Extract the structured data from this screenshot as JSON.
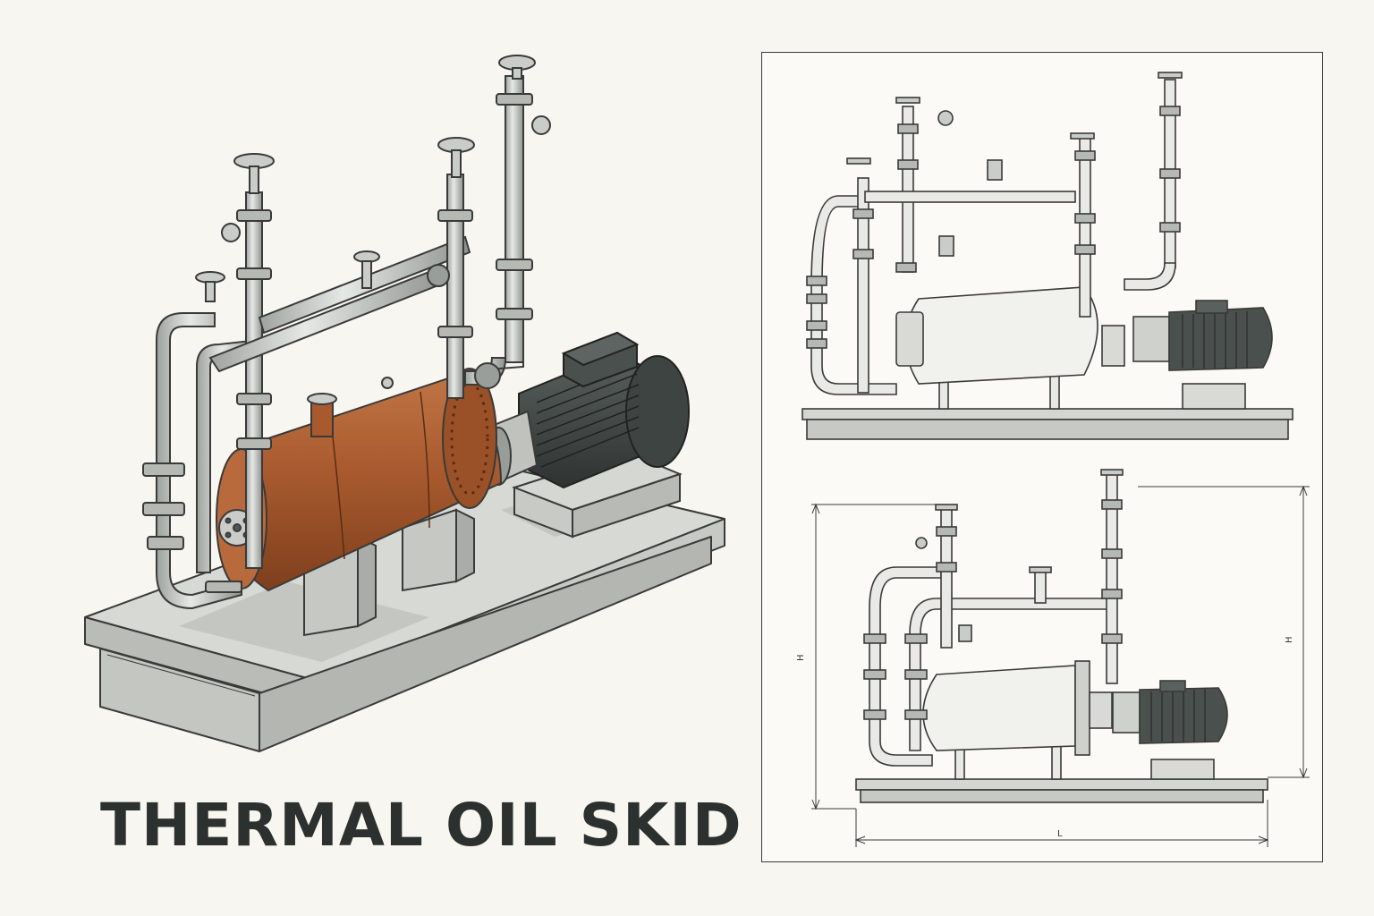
{
  "title": "THERMAL OIL SKID",
  "views": {
    "isometric": {
      "name": "isometric-view"
    },
    "front_elevation": {
      "name": "front-elevation-view"
    },
    "dimensioned_elevation": {
      "name": "dimensioned-elevation-view",
      "dim_length": "L",
      "dim_height_left": "H",
      "dim_height_right": "H"
    }
  },
  "colors": {
    "vessel": "#a85a2e",
    "motor": "#3e4442",
    "steel": "#c9ccc8",
    "base": "#d3d5d0",
    "line": "#3a3a3a",
    "background": "#f8f6f1"
  }
}
